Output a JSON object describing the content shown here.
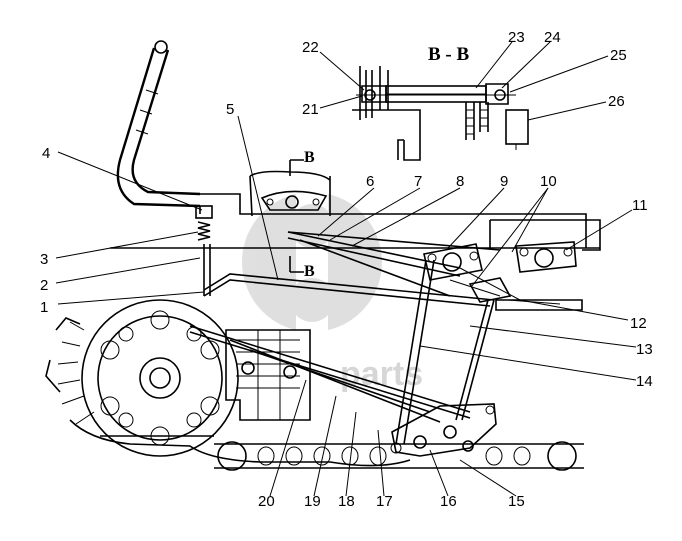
{
  "section_title": "B - B",
  "section_marks": [
    "B",
    "B"
  ],
  "watermark": "parts",
  "callouts": [
    "1",
    "2",
    "3",
    "4",
    "5",
    "6",
    "7",
    "8",
    "9",
    "10",
    "11",
    "12",
    "13",
    "14",
    "15",
    "16",
    "17",
    "18",
    "19",
    "20",
    "21",
    "22",
    "23",
    "24",
    "25",
    "26"
  ]
}
